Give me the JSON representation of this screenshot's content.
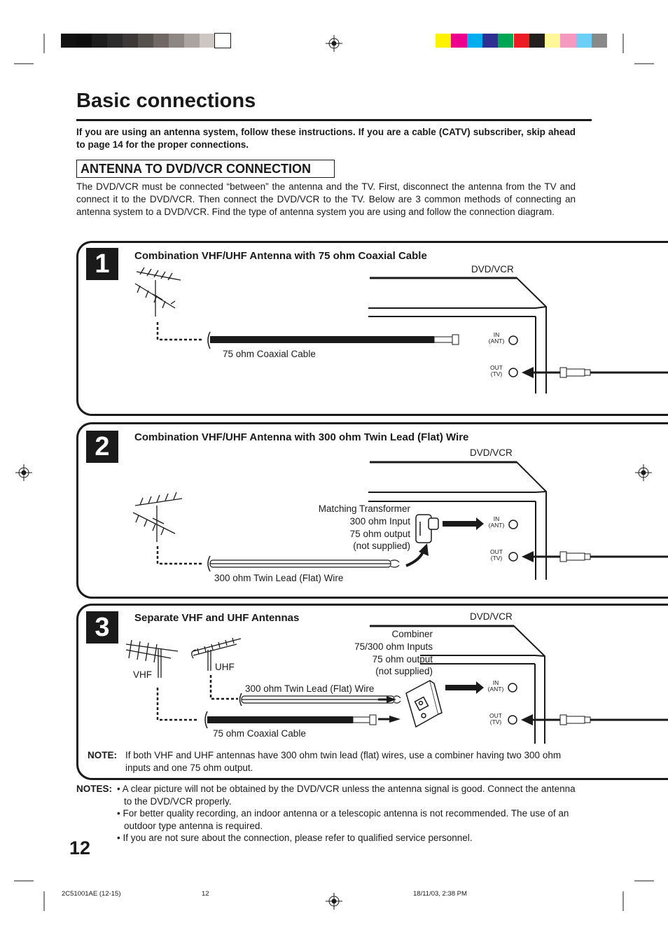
{
  "swatches": {
    "gray": [
      "#111111",
      "#0d0d0d",
      "#1d1d1d",
      "#2b2b2b",
      "#3c3837",
      "#56504f",
      "#716865",
      "#8e8683",
      "#aba4a0",
      "#cdc6c3",
      "#ffffff"
    ],
    "color": [
      "#fff200",
      "#ec008c",
      "#00aeef",
      "#2e3192",
      "#00a651",
      "#ed1c24",
      "#231f20",
      "#fff799",
      "#f49ac1",
      "#6dcff6",
      "#898989"
    ]
  },
  "title": "Basic connections",
  "intro": "If you are using an antenna system, follow these instructions. If you are a cable (CATV) subscriber, skip ahead to page 14 for the proper connections.",
  "section_heading": "ANTENNA TO DVD/VCR CONNECTION",
  "body": "The DVD/VCR must be connected “between” the antenna and the TV. First, disconnect the antenna from the TV and connect it to the DVD/VCR. Then connect the DVD/VCR to the TV. Below are 3 common methods of connecting an antenna system to a DVD/VCR. Find the type of antenna system you are using and follow the connection diagram.",
  "panels": [
    {
      "number": "1",
      "title": "Combination VHF/UHF Antenna with 75 ohm Coaxial Cable",
      "device_label": "DVD/VCR",
      "cable_label": "75 ohm Coaxial Cable",
      "in_label": [
        "IN",
        "(ANT)"
      ],
      "out_label": [
        "OUT",
        "(TV)"
      ]
    },
    {
      "number": "2",
      "title": "Combination VHF/UHF Antenna with 300 ohm Twin Lead (Flat) Wire",
      "device_label": "DVD/VCR",
      "transformer_lines": [
        "Matching Transformer",
        "300 ohm Input",
        "75 ohm output",
        "(not supplied)"
      ],
      "cable_label": "300 ohm Twin Lead (Flat) Wire",
      "in_label": [
        "IN",
        "(ANT)"
      ],
      "out_label": [
        "OUT",
        "(TV)"
      ]
    },
    {
      "number": "3",
      "title": "Separate VHF and UHF Antennas",
      "device_label": "DVD/VCR",
      "combiner_lines": [
        "Combiner",
        "75/300 ohm Inputs",
        "75 ohm output",
        "(not supplied)"
      ],
      "vhf_label": "VHF",
      "uhf_label": "UHF",
      "twin_label": "300 ohm Twin Lead (Flat) Wire",
      "coax_label": "75 ohm Coaxial Cable",
      "in_label": [
        "IN",
        "(ANT)"
      ],
      "out_label": [
        "OUT",
        "(TV)"
      ],
      "note_label": "NOTE:",
      "note_text": "If both VHF and UHF antennas have 300 ohm twin lead (flat) wires, use a combiner having two 300 ohm inputs and one 75 ohm output."
    }
  ],
  "notes": {
    "label": "NOTES:",
    "items": [
      "• A clear picture will not be obtained by the DVD/VCR unless the antenna signal is good. Connect the antenna to the DVD/VCR properly.",
      "• For better quality recording, an indoor antenna or a telescopic antenna is not recommended. The use of an outdoor type antenna is required.",
      "• If you are not sure about the connection, please refer to qualified service personnel."
    ]
  },
  "page_number": "12",
  "footer": {
    "left": "2C51001AE (12-15)",
    "center": "12",
    "right": "18/11/03, 2:38 PM"
  }
}
